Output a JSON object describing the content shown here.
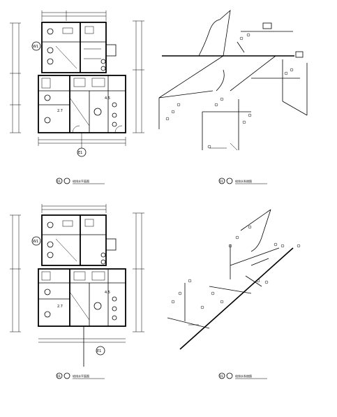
{
  "drawing": {
    "panels": [
      {
        "id": "plan-upper",
        "caption_code": "01",
        "caption_text": "给排水平面图",
        "tag": "E1"
      },
      {
        "id": "iso-upper",
        "caption_code": "01",
        "caption_text": "给排水系统图"
      },
      {
        "id": "plan-lower",
        "caption_code": "01",
        "caption_text": "给排水平面图",
        "tag": "E1"
      },
      {
        "id": "iso-lower",
        "caption_code": "01",
        "caption_text": "给排水系统图"
      }
    ],
    "marks": {
      "wing_label": "W1",
      "room_tags": [
        "2.7",
        "4.5",
        "2.7",
        "4.5"
      ]
    }
  }
}
